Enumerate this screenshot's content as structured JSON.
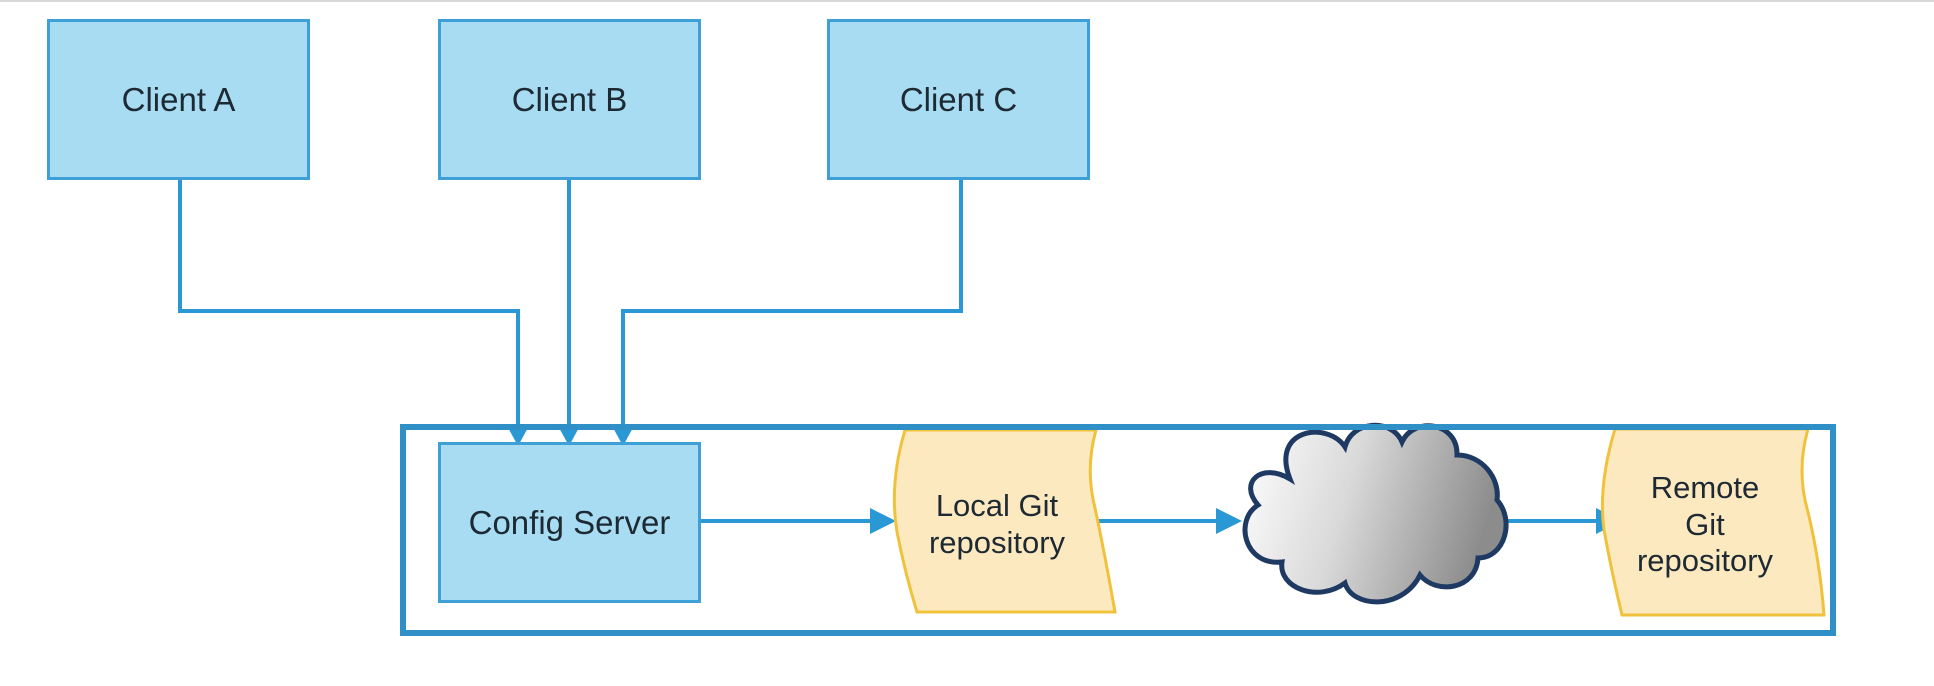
{
  "diagram": {
    "clients": [
      {
        "id": "a",
        "label": "Client A"
      },
      {
        "id": "b",
        "label": "Client B"
      },
      {
        "id": "c",
        "label": "Client C"
      }
    ],
    "config_server": {
      "label": "Config Server"
    },
    "local_repo": {
      "label_lines": [
        "Local Git",
        "repository"
      ]
    },
    "network": {
      "icon": "cloud-icon"
    },
    "remote_repo": {
      "label_lines": [
        "Remote",
        "Git",
        "repository"
      ]
    },
    "colors": {
      "box_fill": "#a8dcf3",
      "box_border": "#3fa0d8",
      "connector": "#2b98d6",
      "frame": "#2f90c8",
      "scroll_fill": "#fde9bf",
      "scroll_border": "#f0c23c",
      "cloud_border": "#1e3a63"
    }
  }
}
